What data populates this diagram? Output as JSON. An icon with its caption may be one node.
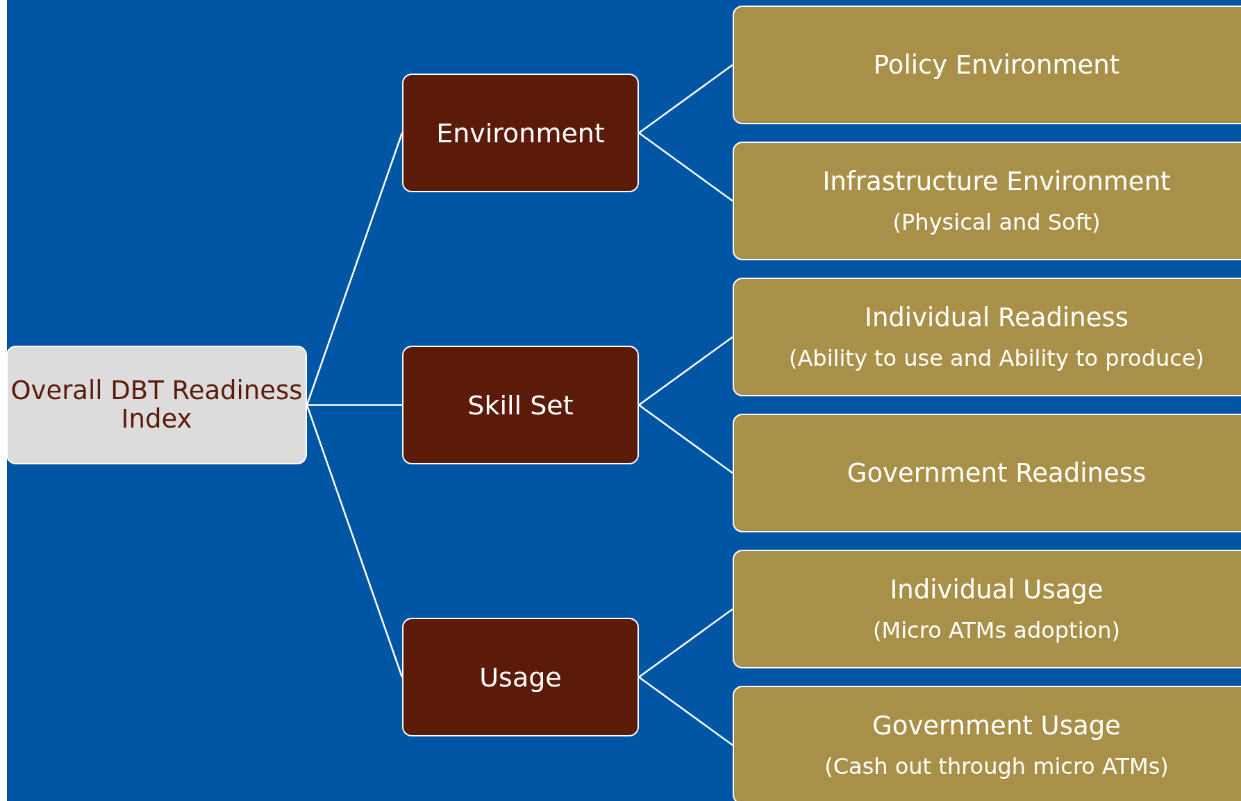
{
  "diagram": {
    "nodes": [
      {
        "text": [
          "Overall DBT Readiness Index"
        ]
      },
      {
        "text": [
          "Environment"
        ]
      },
      {
        "text": [
          "Skill Set"
        ]
      },
      {
        "text": [
          "Usage"
        ]
      },
      {
        "text": [
          "Policy Environment"
        ]
      },
      {
        "text": [
          "Infrastructure Environment",
          "(Physical and Soft)"
        ]
      },
      {
        "text": [
          "Individual Readiness",
          "(Ability to use and Ability to produce)"
        ]
      },
      {
        "text": [
          "Government Readiness"
        ]
      },
      {
        "text": [
          "Individual Usage",
          "(Micro ATMs adoption)"
        ]
      },
      {
        "text": [
          "Government Usage",
          "(Cash out through micro ATMs)"
        ]
      }
    ],
    "edges": [
      {
        "from": 0,
        "to": 1,
        "arrow": "none"
      },
      {
        "from": 0,
        "to": 2,
        "arrow": "none"
      },
      {
        "from": 0,
        "to": 3,
        "arrow": "none"
      },
      {
        "from": 1,
        "to": 4,
        "arrow": "none"
      },
      {
        "from": 1,
        "to": 5,
        "arrow": "none"
      },
      {
        "from": 2,
        "to": 6,
        "arrow": "none"
      },
      {
        "from": 2,
        "to": 7,
        "arrow": "none"
      },
      {
        "from": 3,
        "to": 8,
        "arrow": "none"
      },
      {
        "from": 3,
        "to": 9,
        "arrow": "none"
      }
    ]
  }
}
